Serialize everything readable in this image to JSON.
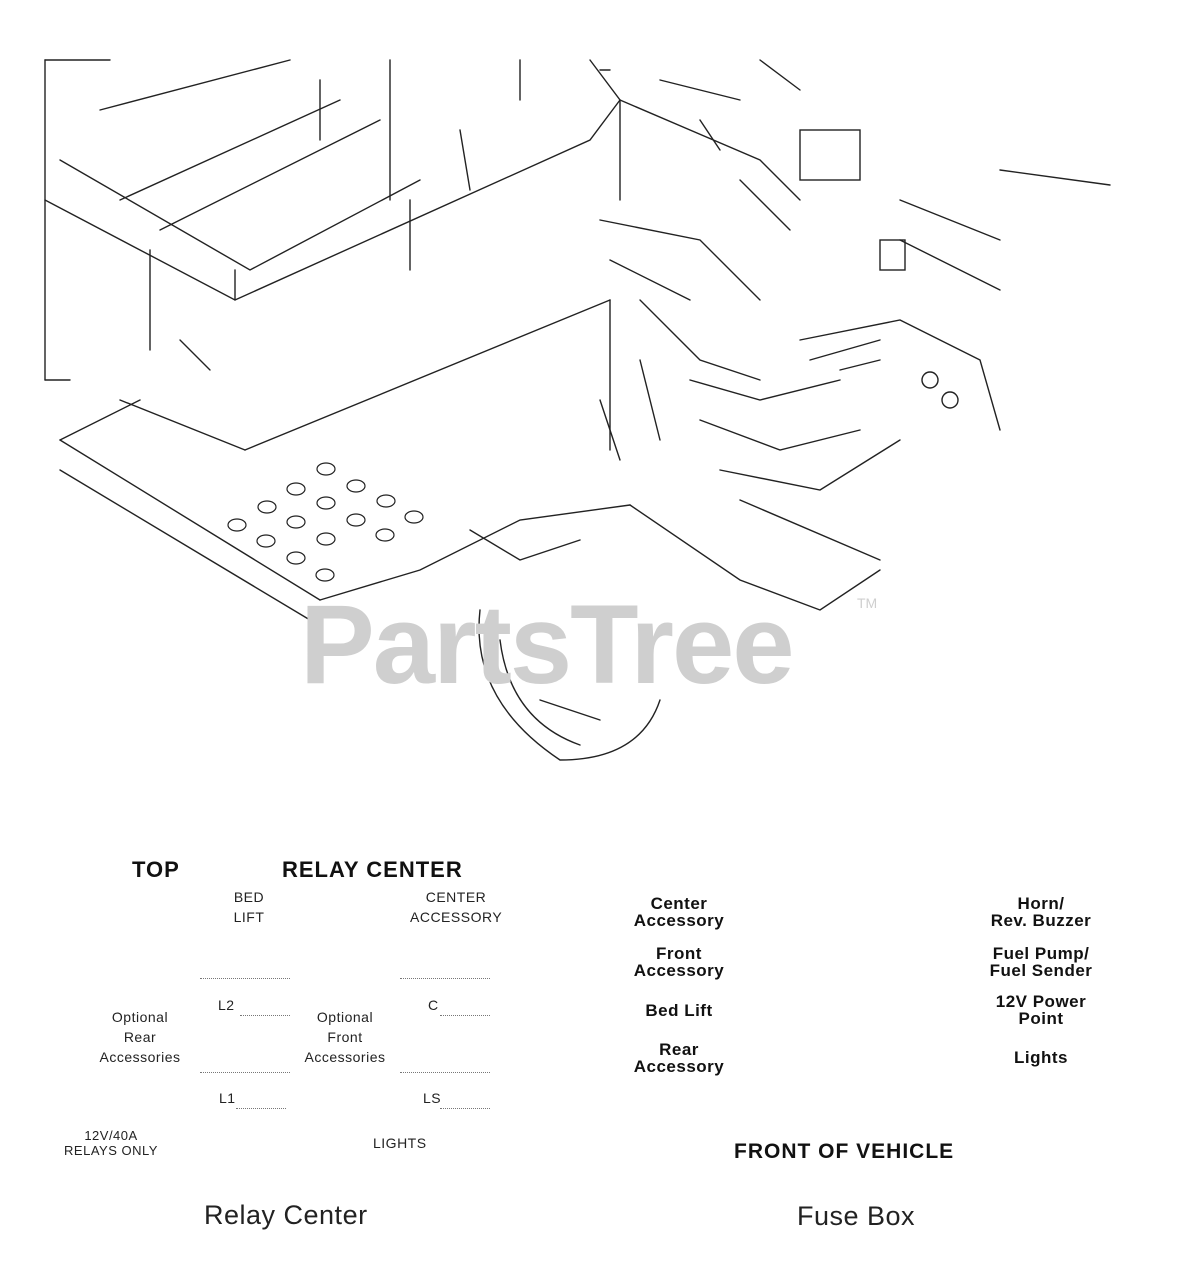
{
  "watermark": {
    "text": "PartsTree",
    "tm": "TM"
  },
  "relay_center": {
    "top_label": "TOP",
    "title": "RELAY CENTER",
    "bed_lift": [
      "BED",
      "LIFT"
    ],
    "center_accessory": [
      "CENTER",
      "ACCESSORY"
    ],
    "optional_rear": [
      "Optional",
      "Rear",
      "Accessories"
    ],
    "optional_front": [
      "Optional",
      "Front",
      "Accessories"
    ],
    "relay_l2": "L2",
    "relay_c": "C",
    "relay_l1": "L1",
    "relay_ls": "LS",
    "relays_note": [
      "12V/40A",
      "RELAYS ONLY"
    ],
    "lights": "LIGHTS",
    "caption": "Relay Center"
  },
  "fuse_box": {
    "left_column": [
      [
        "Center",
        "Accessory"
      ],
      [
        "Front",
        "Accessory"
      ],
      [
        "Bed Lift"
      ],
      [
        "Rear",
        "Accessory"
      ]
    ],
    "right_column": [
      [
        "Horn/",
        "Rev. Buzzer"
      ],
      [
        "Fuel Pump/",
        "Fuel Sender"
      ],
      [
        "12V Power",
        "Point"
      ],
      [
        "Lights"
      ]
    ],
    "front_of_vehicle": "FRONT OF VEHICLE",
    "caption": "Fuse Box"
  }
}
